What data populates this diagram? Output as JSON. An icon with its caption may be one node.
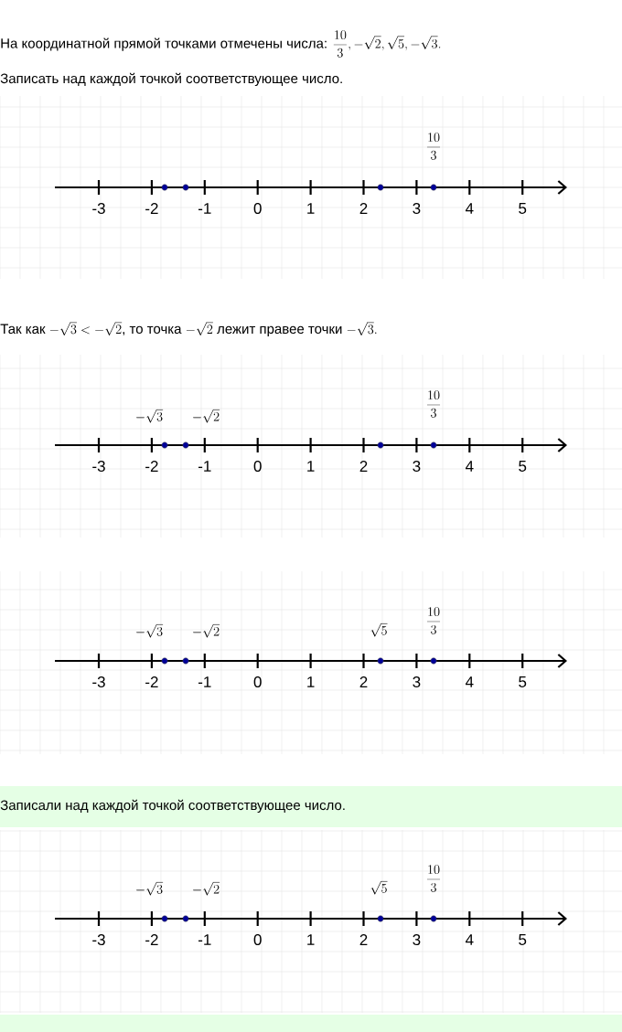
{
  "diagram": {
    "labels": [
      "На координатной прямой точками отмечены числа:",
      "\\frac{10}{3}, -\\sqrt{2}, \\sqrt{5}, -\\sqrt{3}.",
      "Записать над каждой точкой соответствующее число.",
      "\\frac{10}{3}",
      "-3",
      "-2",
      "-1",
      "0",
      "1",
      "2",
      "3",
      "4",
      "5",
      "Так как",
      "-\\sqrt{3} < -\\sqrt{2}",
      ", то точка",
      "-\\sqrt{2}",
      "лежит правее точки",
      "-\\sqrt{3}.",
      "-\\sqrt{3}",
      "-\\sqrt{2}",
      "\\frac{10}{3}",
      "-3",
      "-2",
      "-1",
      "0",
      "1",
      "2",
      "3",
      "4",
      "5",
      "-\\sqrt{3}",
      "-\\sqrt{2}",
      "\\sqrt{5}",
      "\\frac{10}{3}",
      "-3",
      "-2",
      "-1",
      "0",
      "1",
      "2",
      "3",
      "4",
      "5",
      "Записали над каждой точкой соответствующее число.",
      "-\\sqrt{3}",
      "-\\sqrt{2}",
      "\\sqrt{5}",
      "\\frac{10}{3}",
      "-3",
      "-2",
      "-1",
      "0",
      "1",
      "2",
      "3",
      "4",
      "5"
    ]
  }
}
